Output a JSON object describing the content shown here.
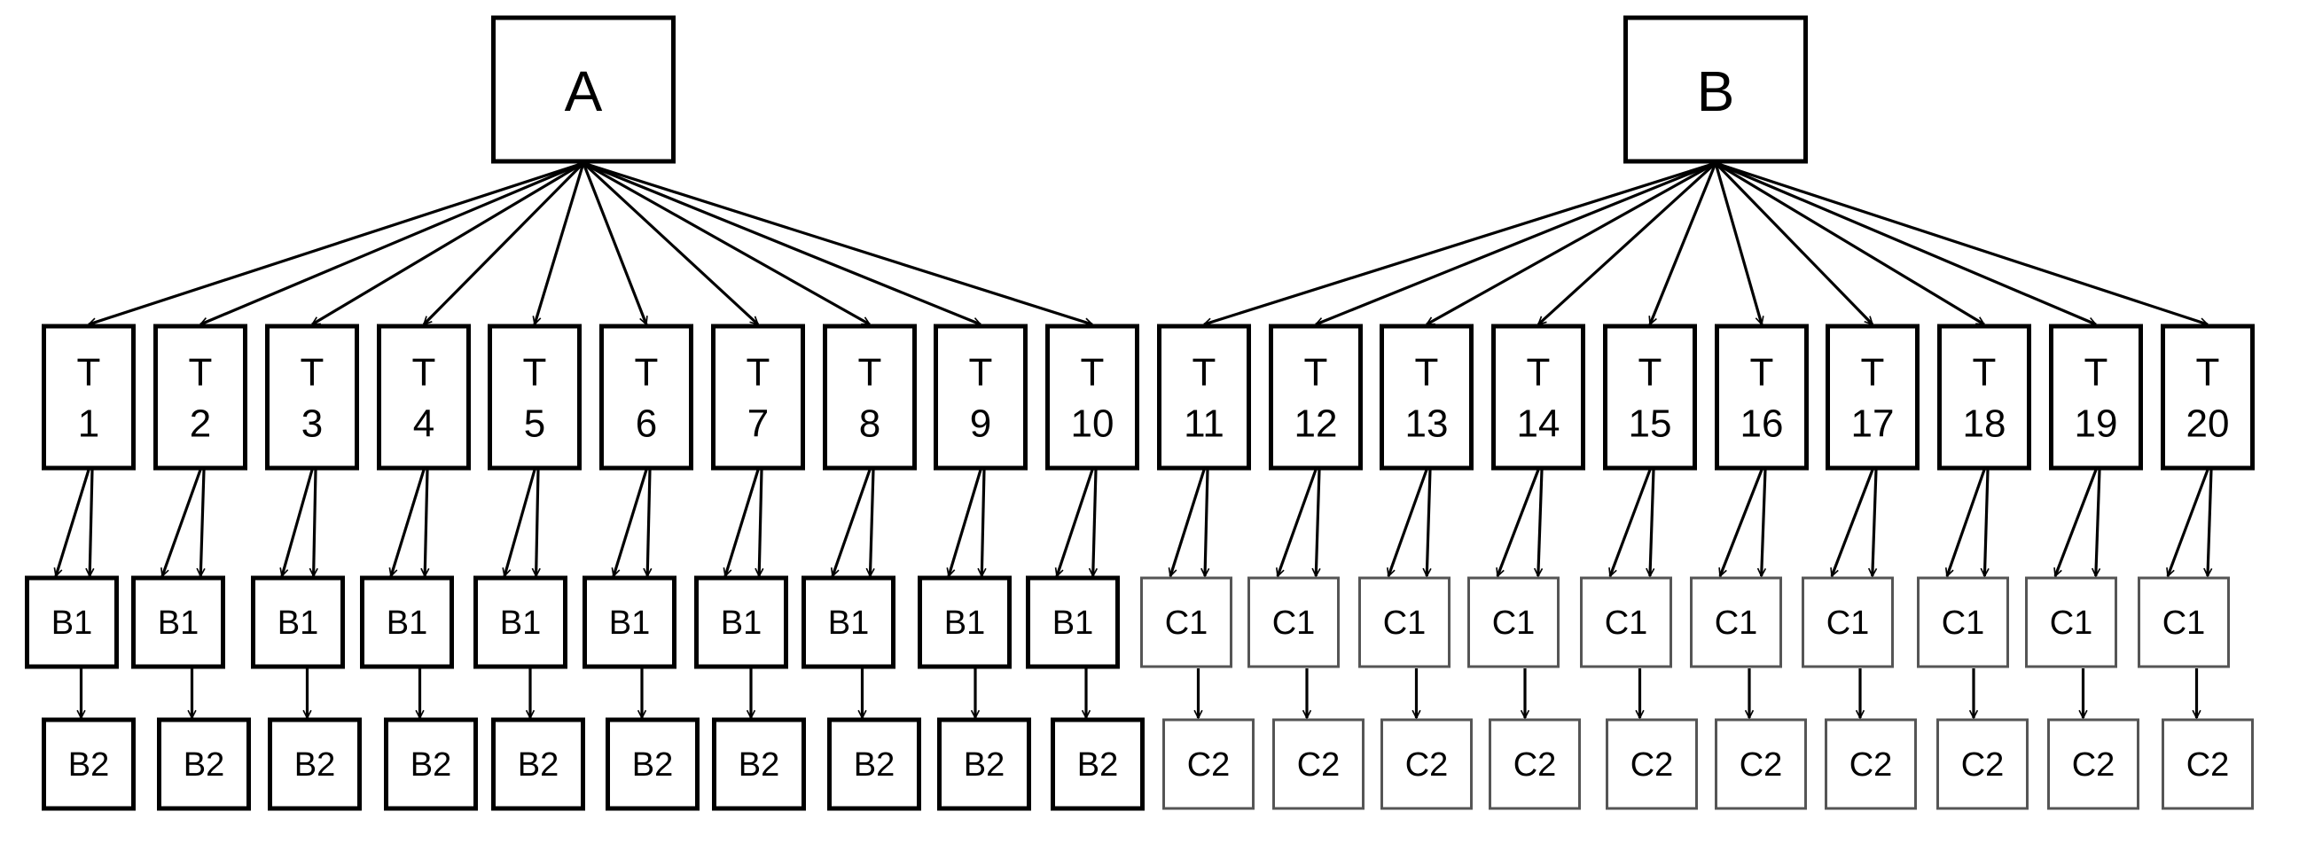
{
  "roots": [
    {
      "label": "A",
      "children": [
        "T|1",
        "T|2",
        "T|3",
        "T|4",
        "T|5",
        "T|6",
        "T|7",
        "T|8",
        "T|9",
        "T|10"
      ]
    },
    {
      "label": "B",
      "children": [
        "T|11",
        "T|12",
        "T|13",
        "T|14",
        "T|15",
        "T|16",
        "T|17",
        "T|18",
        "T|19",
        "T|20"
      ]
    }
  ],
  "first_group": {
    "level1": "B1",
    "level2": "B2"
  },
  "second_group": {
    "level1": "C1",
    "level2": "C2"
  },
  "colors": {
    "stroke": "#000000",
    "fill": "#ffffff",
    "gray_top": "#f2f2f2",
    "gray_bottom": "#a6a6a6"
  }
}
